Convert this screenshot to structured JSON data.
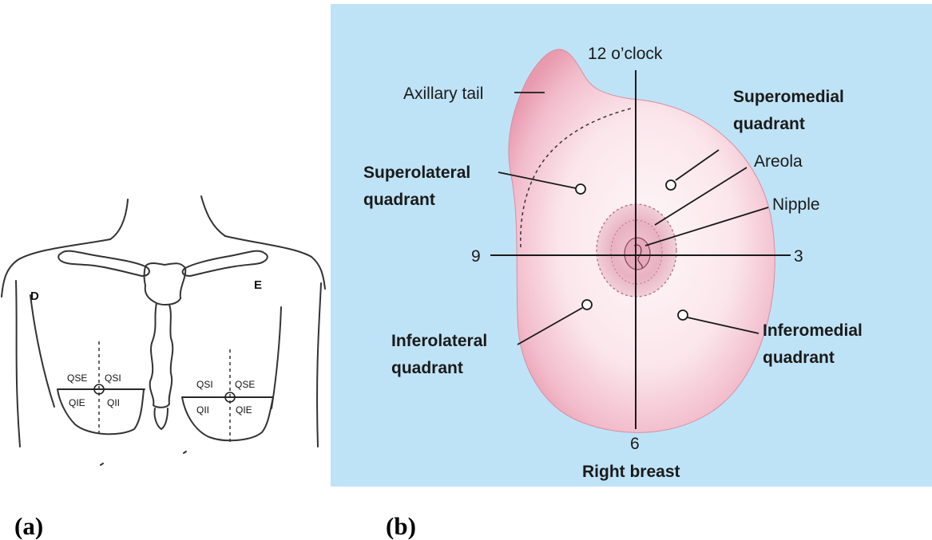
{
  "panel_a": {
    "caption": "(a)",
    "side_labels": {
      "right": "D",
      "left": "E"
    },
    "right_breast_quadrants": {
      "upper_outer": "QSE",
      "upper_inner": "QSI",
      "lower_outer": "QIE",
      "lower_inner": "QII"
    },
    "left_breast_quadrants": {
      "upper_inner": "QSI",
      "upper_outer": "QSE",
      "lower_inner": "QII",
      "lower_outer": "QIE"
    }
  },
  "panel_b": {
    "caption": "(b)",
    "title": "Right breast",
    "clock": {
      "top": "12 o’clock",
      "left": "9",
      "right": "3",
      "bottom": "6"
    },
    "labels": {
      "axillary_tail": "Axillary tail",
      "superomedial_1": "Superomedial",
      "superomedial_2": "quadrant",
      "superolateral_1": "Superolateral",
      "superolateral_2": "quadrant",
      "areola": "Areola",
      "nipple": "Nipple",
      "inferolateral_1": "Inferolateral",
      "inferolateral_2": "quadrant",
      "inferomedial_1": "Inferomedial",
      "inferomedial_2": "quadrant"
    },
    "colors": {
      "background": "#bfe3f6",
      "breast_center": "#fdf6f7",
      "breast_edge": "#eaa3b5",
      "areola": "#e2a6b8"
    }
  }
}
